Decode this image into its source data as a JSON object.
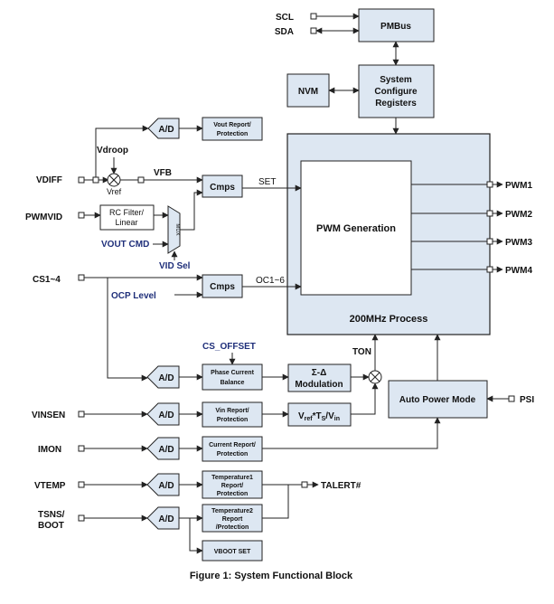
{
  "caption": "Figure 1: System Functional Block",
  "pins": {
    "scl": "SCL",
    "sda": "SDA",
    "vdiff": "VDIFF",
    "pwmvid": "PWMVID",
    "cs": "CS1~4",
    "vinsen": "VINSEN",
    "imon": "IMON",
    "vtemp": "VTEMP",
    "tsns_1": "TSNS/",
    "tsns_2": "BOOT",
    "psi": "PSI",
    "talert": "TALERT#",
    "pwm1": "PWM1",
    "pwm2": "PWM2",
    "pwm3": "PWM3",
    "pwm4": "PWM4"
  },
  "blocks": {
    "pmbus": "PMBus",
    "nvm": "NVM",
    "sys_cfg_1": "System",
    "sys_cfg_2": "Configure",
    "sys_cfg_3": "Registers",
    "ad": "A/D",
    "vout_report_1": "Vout Report/",
    "vout_report_2": "Protection",
    "rc_filter_1": "RC Filter/",
    "rc_filter_2": "Linear",
    "mux": "MUX",
    "cmps": "Cmps",
    "pwm_generation": "PWM Generation",
    "process": "200MHz Process",
    "phase_balance_1": "Phase Current",
    "phase_balance_2": "Balance",
    "sigma_delta_1": "Σ-Δ",
    "sigma_delta_2": "Modulation",
    "vin_report_1": "Vin Report/",
    "vin_report_2": "Protection",
    "vref_calc_a": "V",
    "vref_calc_b": "ref",
    "vref_calc_c": "*T",
    "vref_calc_d": "S",
    "vref_calc_e": "/V",
    "vref_calc_f": "in",
    "auto_power_mode": "Auto Power Mode",
    "current_report_1": "Current Report/",
    "current_report_2": "Protection",
    "temp1_1": "Temperature1",
    "temp1_2": "Report/",
    "temp1_3": "Protection",
    "temp2_1": "Temperature2",
    "temp2_2": "Report",
    "temp2_3": "/Protection",
    "vboot_set": "VBOOT SET"
  },
  "signals": {
    "vdroop": "Vdroop",
    "vref": "Vref",
    "vfb": "VFB",
    "set": "SET",
    "vout_cmd": "VOUT CMD",
    "vid_sel": "VID Sel",
    "ocp_level": "OCP Level",
    "oc": "OC1~6",
    "cs_offset": "CS_OFFSET",
    "ton": "TON"
  },
  "colors": {
    "block_fill": "#dde7f2",
    "label_blue": "#1f2f7a"
  }
}
